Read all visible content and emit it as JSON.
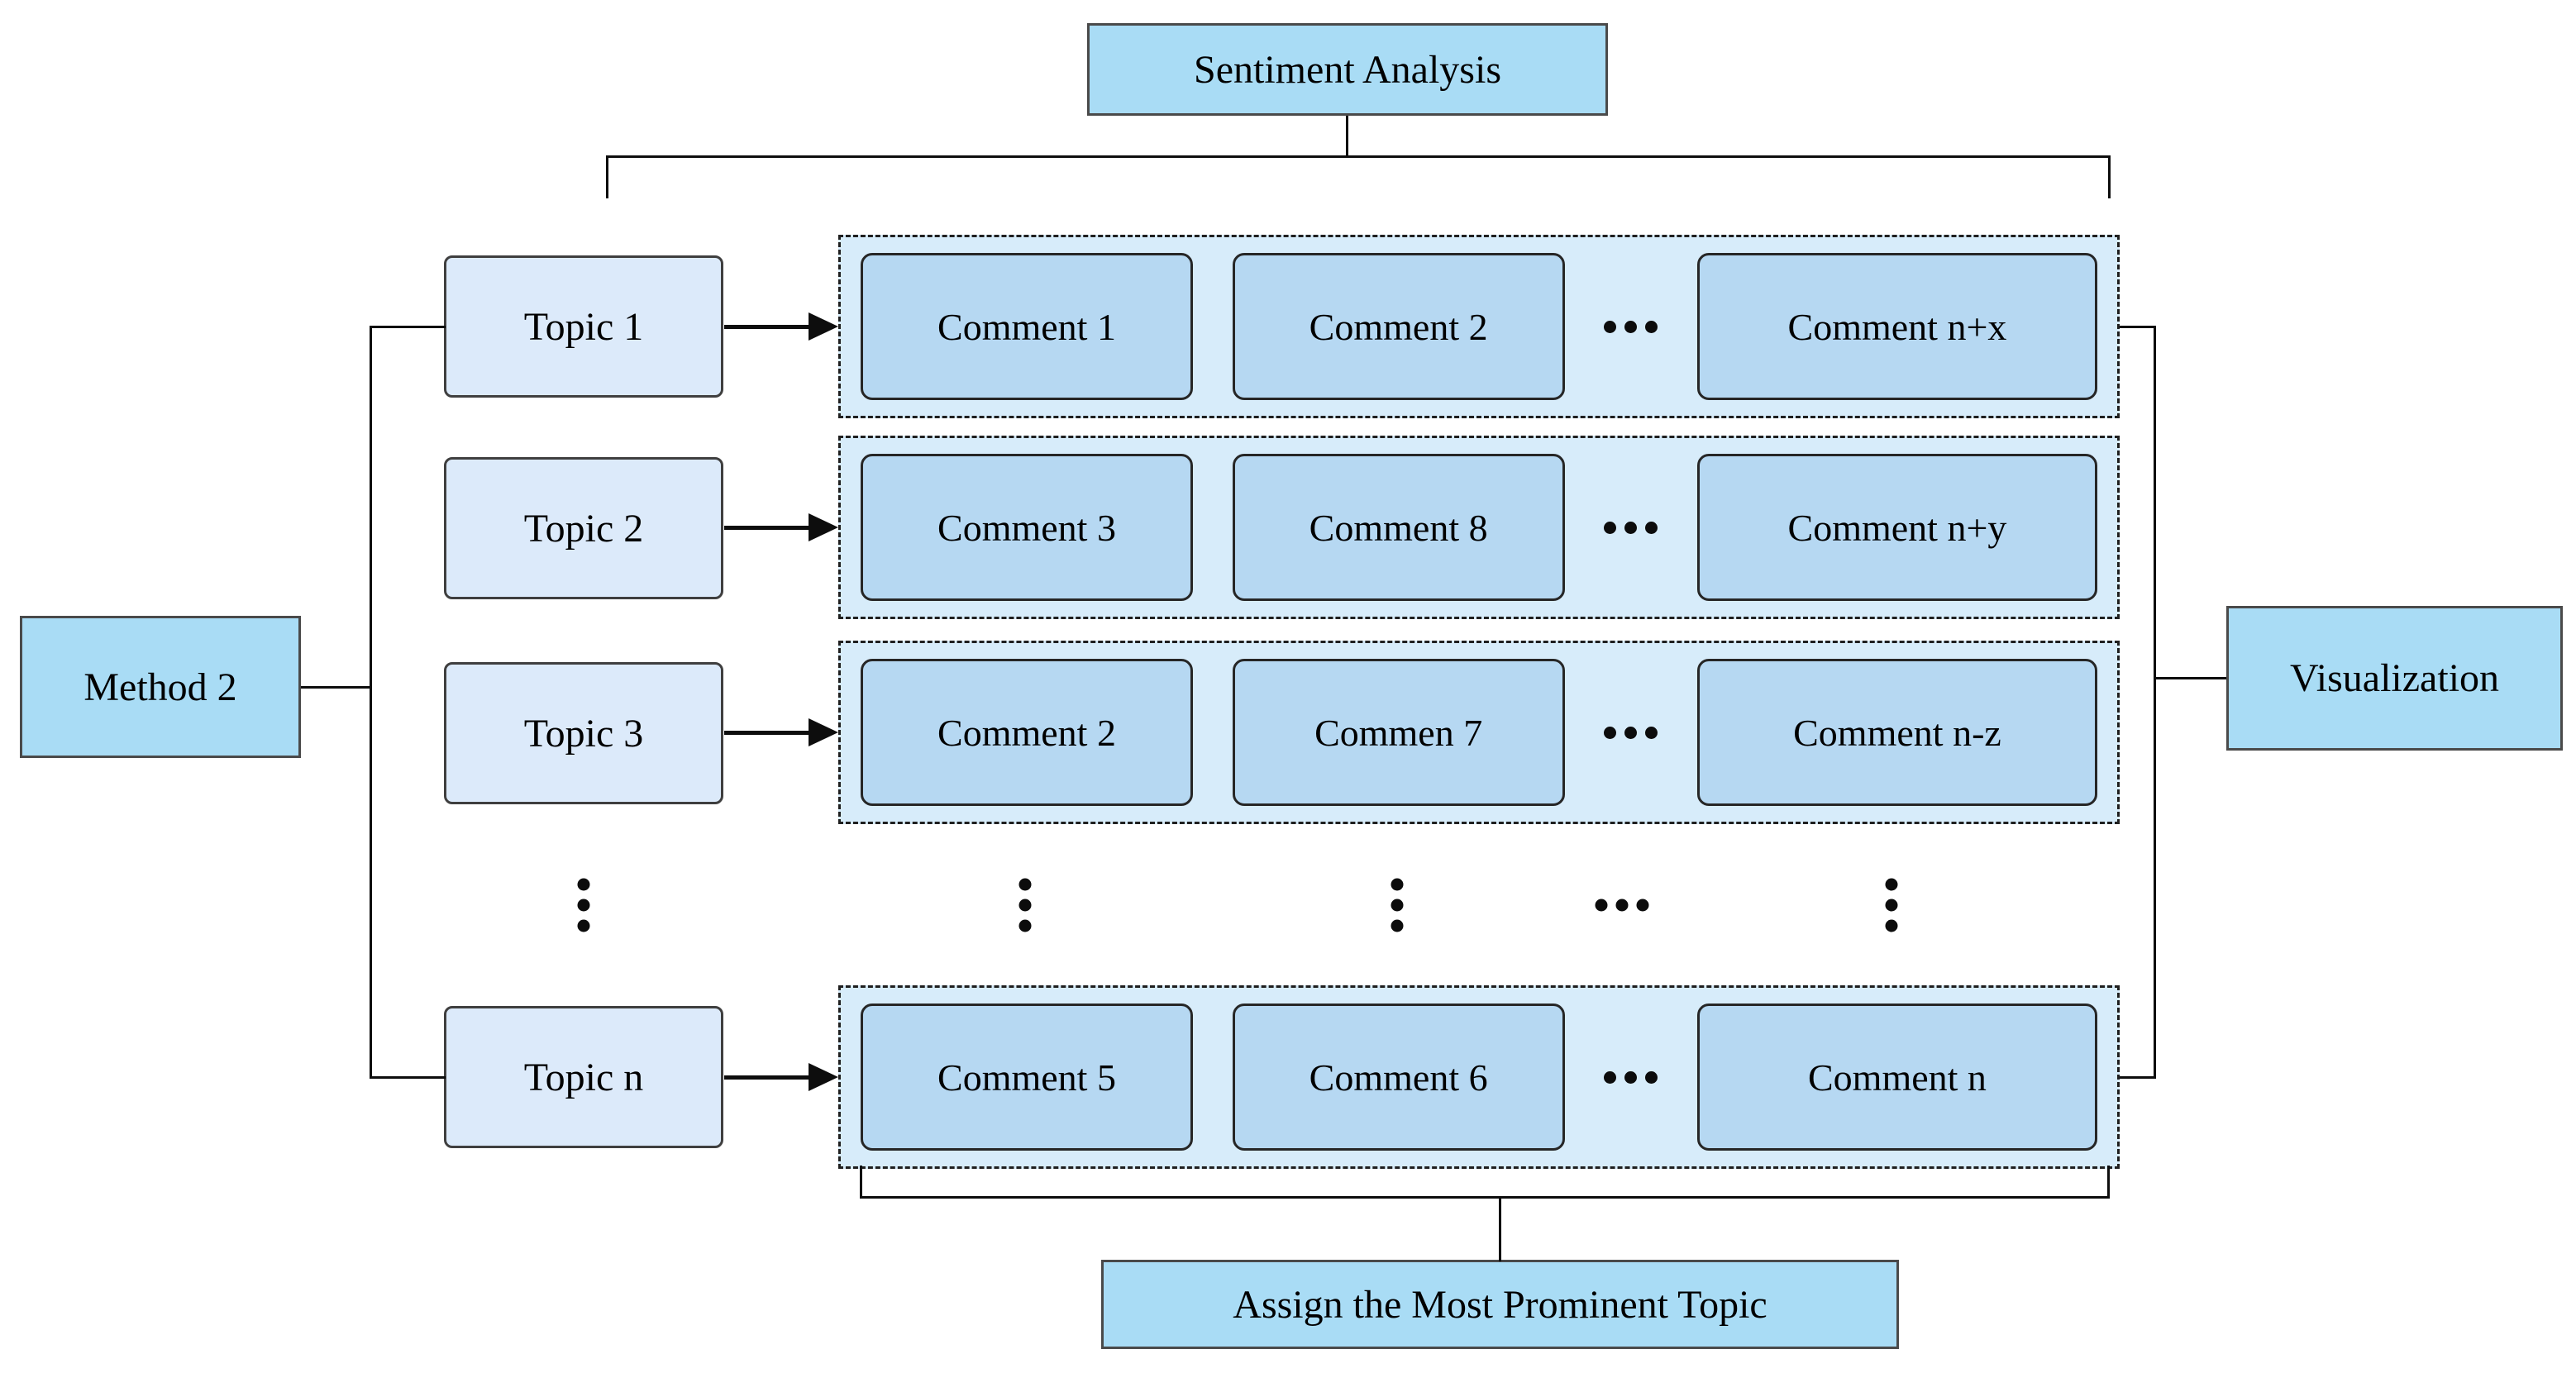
{
  "labels": {
    "sentiment": "Sentiment Analysis",
    "method": "Method 2",
    "visualization": "Visualization",
    "assign": "Assign the Most Prominent Topic"
  },
  "topics": [
    "Topic 1",
    "Topic 2",
    "Topic 3",
    "Topic n"
  ],
  "comment_rows": [
    [
      "Comment 1",
      "Comment 2",
      "Comment n+x"
    ],
    [
      "Comment 3",
      "Comment 8",
      "Comment n+y"
    ],
    [
      "Comment 2",
      "Commen 7",
      "Comment n-z"
    ],
    [
      "Comment 5",
      "Comment 6",
      "Comment n"
    ]
  ],
  "icons": {
    "horizontal_ellipsis": "...",
    "vertical_ellipsis": "⋮",
    "arrow_right": "→"
  },
  "colors": {
    "label_box_fill": "#a9dcf5",
    "topic_box_fill": "#dceafa",
    "comment_box_fill": "#b6d8f2",
    "row_fill": "#d7ecfa",
    "line_color": "#0d0d0d"
  }
}
